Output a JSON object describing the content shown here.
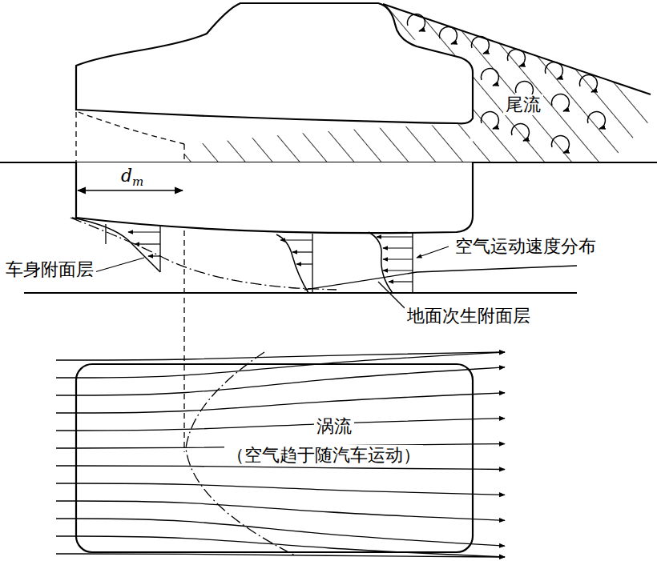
{
  "diagram": {
    "labels": [
      "尾流",
      "dm",
      "空气运动速度分布",
      "车身附面层",
      "地面次生附面层",
      "涡流",
      "（空气趋于随汽车运动）"
    ]
  }
}
